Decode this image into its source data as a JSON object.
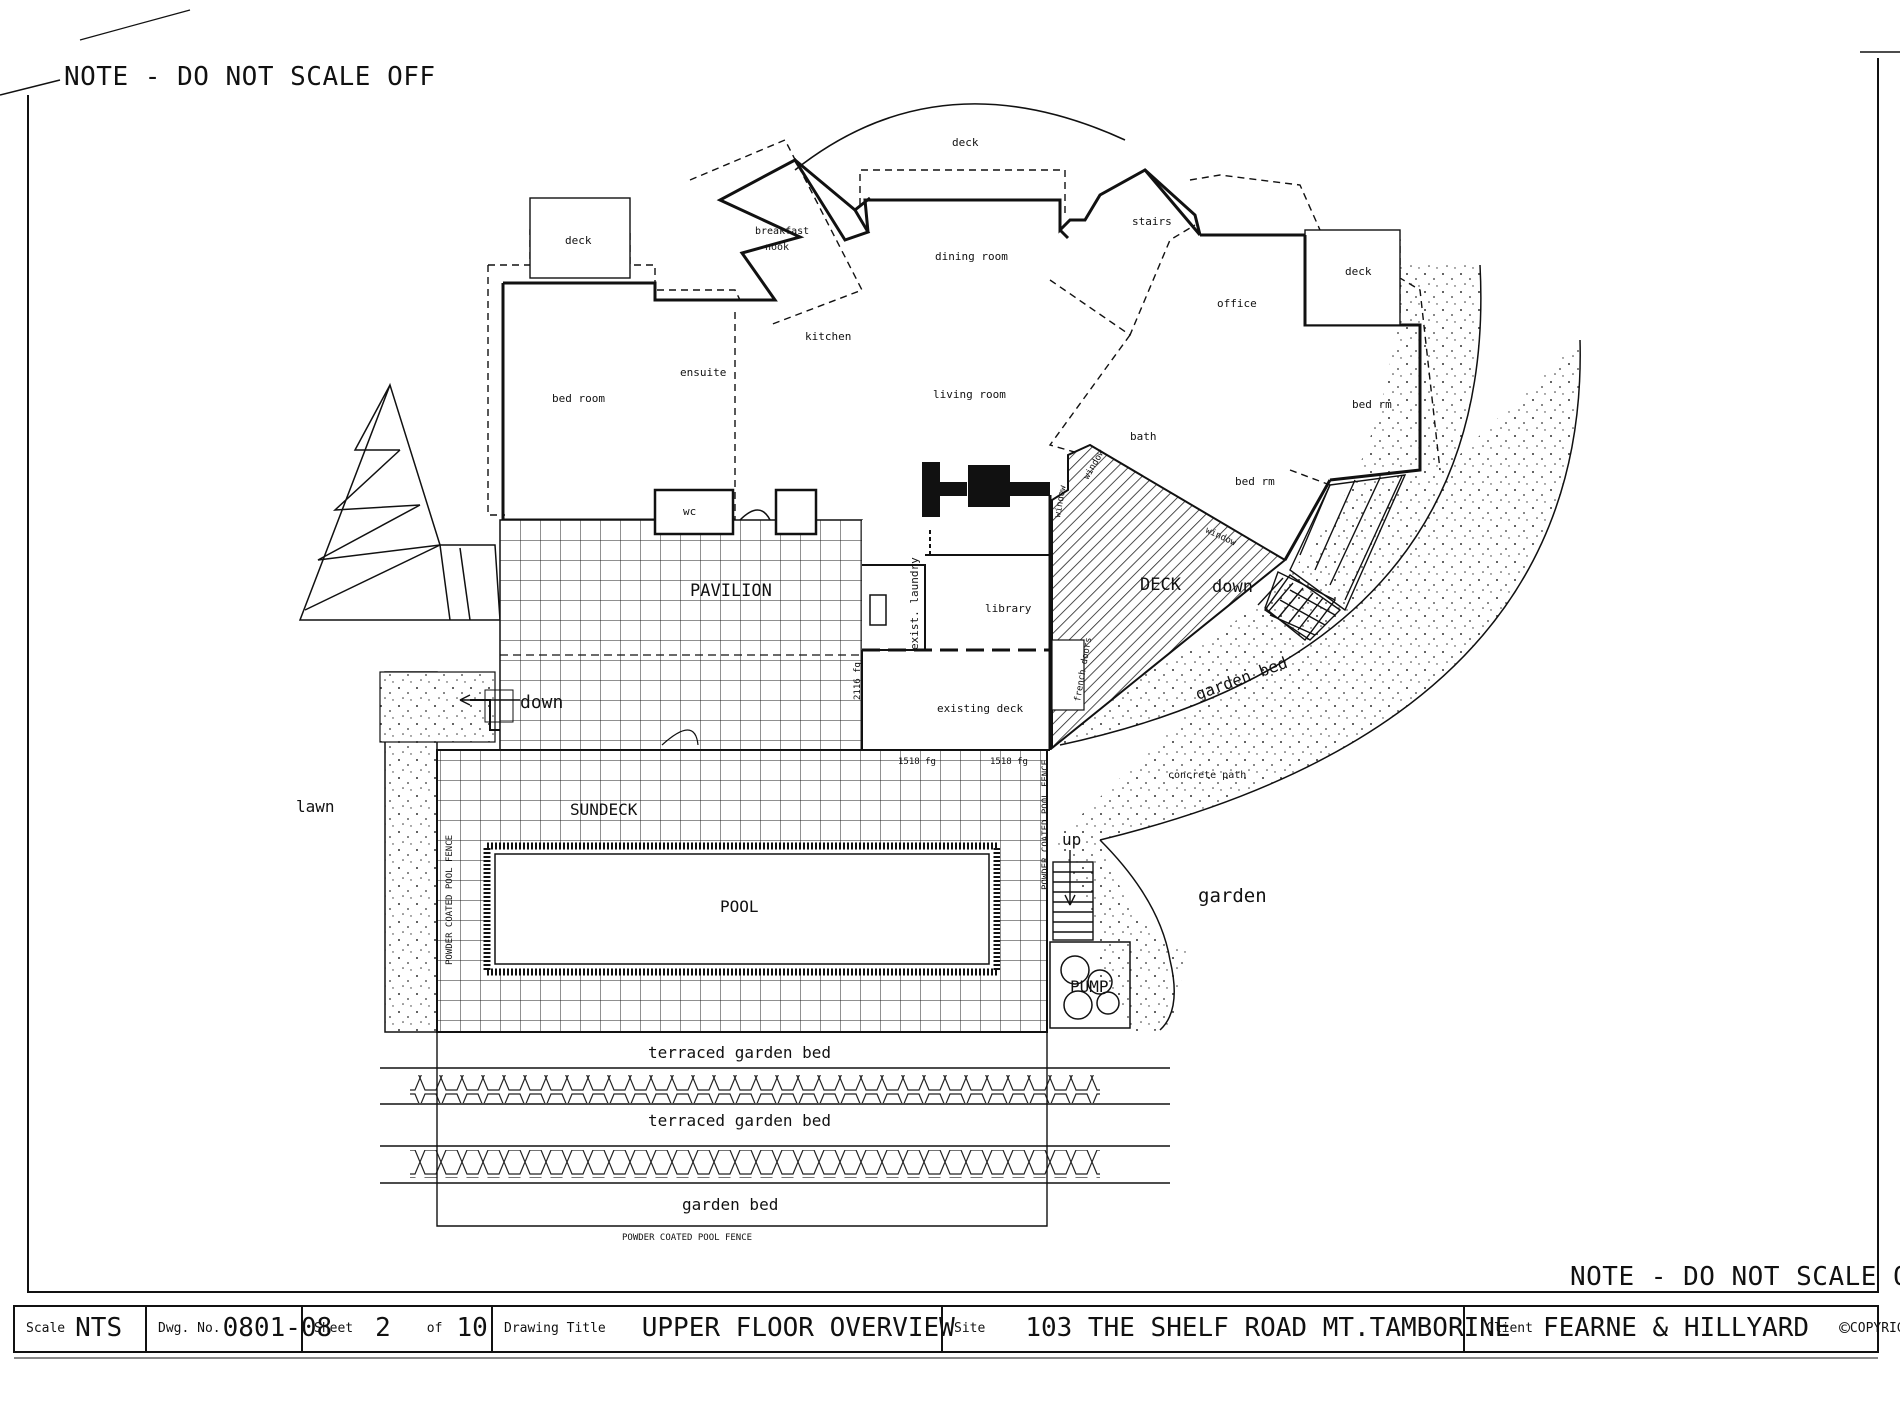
{
  "notes": {
    "top": "NOTE - DO NOT SCALE OFF",
    "bottom": "NOTE - DO NOT SCALE OFF"
  },
  "labels": {
    "deck_top": "deck",
    "deck_left": "deck",
    "deck_right": "deck",
    "breakfast": "breakfast",
    "nook": "nook",
    "stairs": "stairs",
    "dining_room": "dining room",
    "kitchen": "kitchen",
    "office": "office",
    "ensuite": "ensuite",
    "bed_room": "bed room",
    "living_room": "living room",
    "bed_rm_right": "bed rm",
    "bath": "bath",
    "bed_rm_center": "bed rm",
    "wc": "wc",
    "window1": "window",
    "window2": "window",
    "window3": "window",
    "pavilion": "PAVILION",
    "library": "library",
    "exist_laundry": "exist. laundry",
    "deck_main": "DECK",
    "down_deck": "down",
    "french_doors": "french doors",
    "garden_bed_curve": "garden bed",
    "down_left": "down",
    "dim_2116": "2116 fg",
    "existing_deck": "existing deck",
    "fg1": "1518 fg",
    "fg2": "1518 fg",
    "concrete_path": "concrete path",
    "lawn": "lawn",
    "sundeck": "SUNDECK",
    "fence_left": "POWDER COATED POOL FENCE",
    "fence_right": "POWDER COATED POOL FENCE",
    "up": "up",
    "pool": "POOL",
    "garden": "garden",
    "pump": "PUMP",
    "terraced1": "terraced garden bed",
    "terraced2": "terraced garden bed",
    "garden_bed_bottom": "garden bed",
    "fence_bottom": "POWDER COATED POOL FENCE"
  },
  "title_block": {
    "scale_label": "Scale",
    "scale_value": "NTS",
    "dwg_label": "Dwg. No.",
    "dwg_value": "0801-08",
    "sheet_label": "Sheet",
    "sheet_value": "2",
    "of_label": "of",
    "of_value": "10",
    "title_label": "Drawing Title",
    "title_value": "UPPER FLOOR OVERVIEW",
    "site_label": "Site",
    "site_value": "103 THE SHELF ROAD  MT.TAMBORINE",
    "client_label": "Client",
    "client_value": "FEARNE & HILLYARD",
    "copyright": "COPYRIGHT"
  }
}
